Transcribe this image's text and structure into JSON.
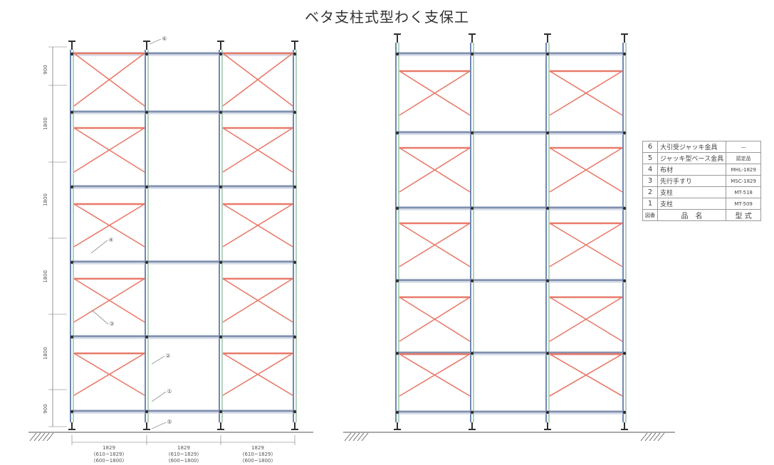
{
  "title": "ベタ支柱式型わく支保工",
  "left_elevation": {
    "dimensions_vertical": [
      "900",
      "1800",
      "1800",
      "1800",
      "1800",
      "900"
    ],
    "dimensions_horizontal": [
      {
        "main": "1829",
        "range1": "(610~1829)",
        "range2": "(600~1800)"
      },
      {
        "main": "1829",
        "range1": "(610~1829)",
        "range2": "(600~1800)"
      },
      {
        "main": "1829",
        "range1": "(610~1829)",
        "range2": "(600~1800)"
      }
    ],
    "callouts": [
      "⑥",
      "④",
      "③",
      "②",
      "①",
      "⑤"
    ]
  },
  "legend": {
    "rows": [
      {
        "no": "6",
        "name": "大引受ジャッキ金具",
        "model": "—"
      },
      {
        "no": "5",
        "name": "ジャッキ型ベース金具",
        "model": "認定品"
      },
      {
        "no": "4",
        "name": "布材",
        "model": "MHL-1829"
      },
      {
        "no": "3",
        "name": "先行手すり",
        "model": "MSC-1829"
      },
      {
        "no": "2",
        "name": "支柱",
        "model": "MT-518"
      },
      {
        "no": "1",
        "name": "支柱",
        "model": "MT-509"
      }
    ],
    "header": {
      "no": "図番",
      "name": "品　名",
      "model": "型 式"
    }
  },
  "colors": {
    "brace": "#e87a6a",
    "post": "#4a6aa0",
    "ledger": "#8090b0",
    "jack": "#303030",
    "ground": "#555555"
  }
}
